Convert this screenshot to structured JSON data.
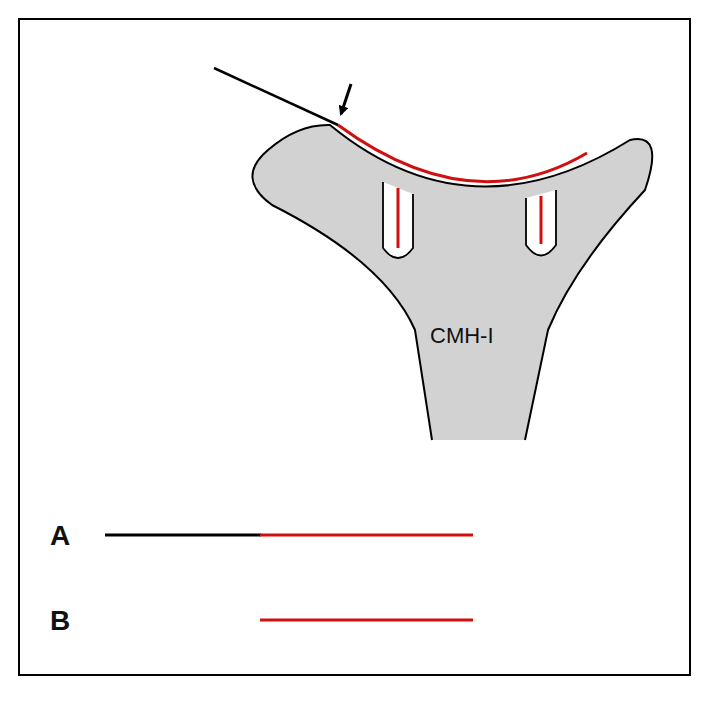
{
  "diagram": {
    "nodes": [
      {
        "text": [
          "CMH-I"
        ]
      }
    ],
    "labels": [
      "A",
      "B"
    ]
  }
}
